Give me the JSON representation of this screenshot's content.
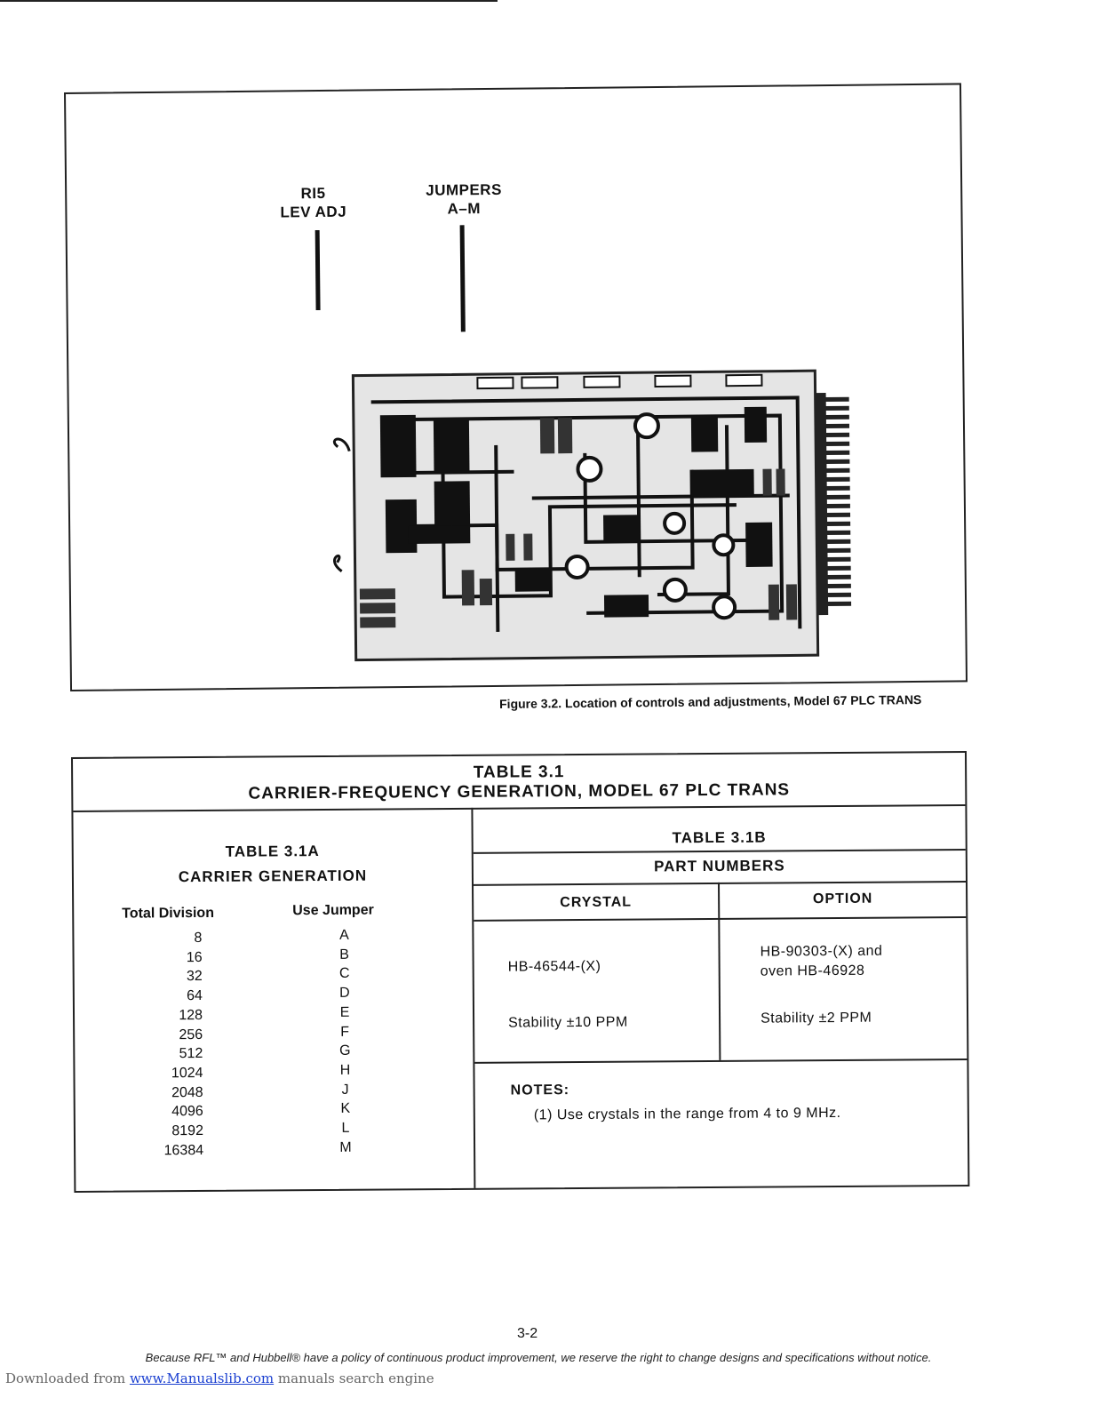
{
  "figure": {
    "label_r15_line1": "RI5",
    "label_r15_line2": "LEV ADJ",
    "label_jumpers_line1": "JUMPERS",
    "label_jumpers_line2": "A–M",
    "caption": "Figure 3.2. Location of controls and adjustments, Model 67 PLC TRANS"
  },
  "table": {
    "title_line1": "TABLE 3.1",
    "title_line2": "CARRIER-FREQUENCY GENERATION, MODEL 67 PLC TRANS",
    "table_a": {
      "title": "TABLE 3.1A",
      "subtitle": "CARRIER GENERATION",
      "col_division": "Total Division",
      "col_jumper": "Use Jumper",
      "divisions": [
        "8",
        "16",
        "32",
        "64",
        "128",
        "256",
        "512",
        "1024",
        "2048",
        "4096",
        "8192",
        "16384"
      ],
      "jumpers": [
        "A",
        "B",
        "C",
        "D",
        "E",
        "F",
        "G",
        "H",
        "J",
        "K",
        "L",
        "M"
      ]
    },
    "table_b": {
      "title": "TABLE 3.1B",
      "subtitle": "PART NUMBERS",
      "col_crystal": "CRYSTAL",
      "col_option": "OPTION",
      "crystal_part": "HB-46544-(X)",
      "crystal_stability": "Stability ±10 PPM",
      "option_part_line1": "HB-90303-(X) and",
      "option_part_line2": "oven HB-46928",
      "option_stability": "Stability ±2 PPM",
      "notes_label": "NOTES:",
      "note_1": "(1) Use crystals in the range from 4 to 9 MHz."
    }
  },
  "page_number": "3-2",
  "footer_note": "Because RFL™ and Hubbell® have a policy of continuous product improvement, we reserve the right to change designs and specifications without notice.",
  "download": {
    "prefix": "Downloaded from",
    "link": "www.Manualslib.com",
    "suffix": "manuals search engine"
  }
}
